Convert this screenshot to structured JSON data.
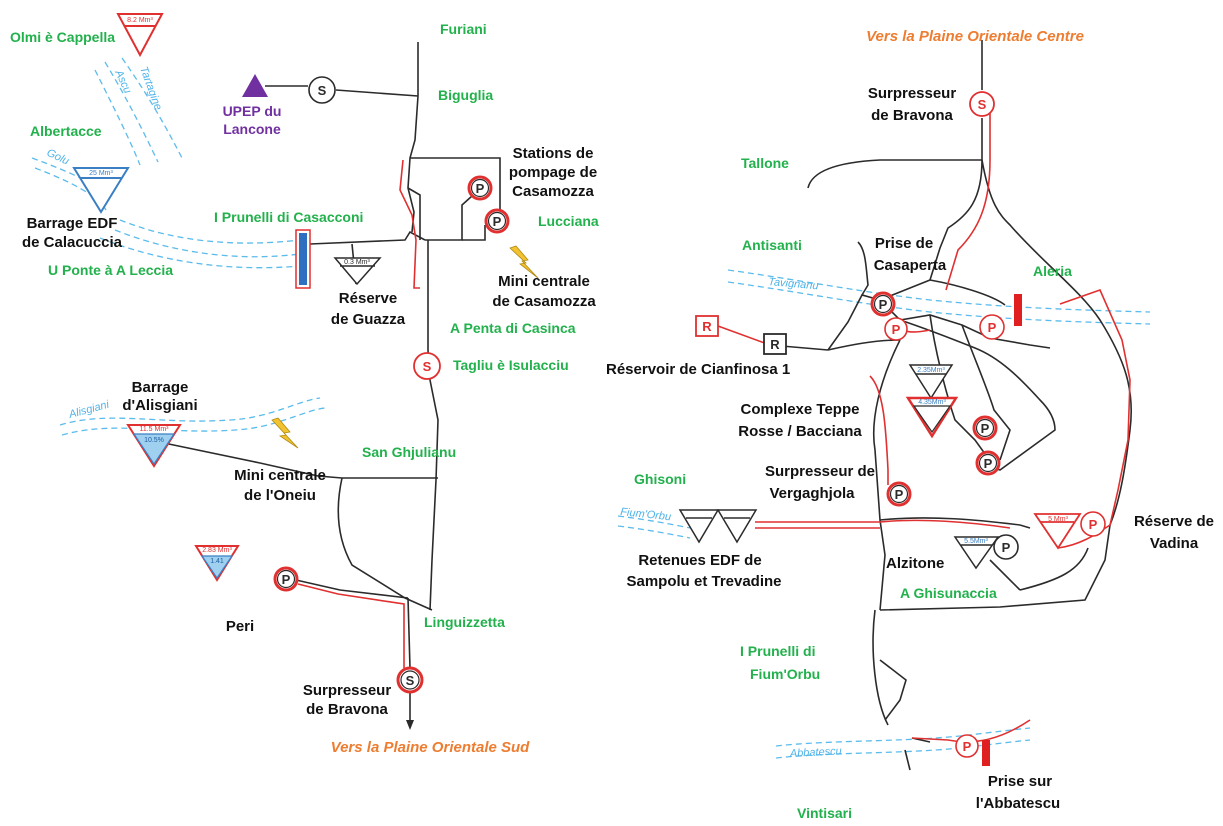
{
  "colors": {
    "network": "#2b2b2b",
    "pressurized": "#e03030",
    "river": "#5bbcec",
    "commune": "#22b14c",
    "destination": "#ed7d31",
    "treatment": "#7030a0",
    "hydro": "#f2c230"
  },
  "symbols": {
    "pump": "P",
    "booster": "S",
    "reservoir": "R"
  },
  "left": {
    "direction_south": "Vers la Plaine Orientale Sud",
    "communes": {
      "olmi": "Olmi è Cappella",
      "albertacce": "Albertacce",
      "u_ponte": "U Ponte à A Leccia",
      "furiani": "Furiani",
      "biguglia": "Biguglia",
      "prunelli_casacconi": "I Prunelli di Casacconi",
      "lucciana": "Lucciana",
      "a_penta": "A Penta di Casinca",
      "tagliu": "Tagliu è Isulacciu",
      "san_ghjulianu": "San Ghjulianu",
      "linguizzetta": "Linguizzetta"
    },
    "rivers": {
      "tartagine": "Tartagine",
      "ascu": "Ascu",
      "golu": "Golu",
      "alisgiani": "Alisgiani"
    },
    "upep": [
      "UPEP du",
      "Lancone"
    ],
    "calacuccia": [
      "Barrage EDF",
      "de Calacuccia"
    ],
    "stations": [
      "Stations de",
      "pompage de",
      "Casamozza"
    ],
    "mini_casamozza": [
      "Mini centrale",
      "de Casamozza"
    ],
    "guazza": [
      "Réserve",
      "de Guazza"
    ],
    "alisgiani_dam": [
      "Barrage",
      "d'Alisgiani"
    ],
    "mini_oneiu": [
      "Mini centrale",
      "de l'Oneiu"
    ],
    "peri": "Peri",
    "bravona_s": [
      "Surpresseur",
      "de Bravona"
    ],
    "capacities": {
      "olmi": "8.2 Mm³",
      "calacuccia": "25 Mm³",
      "guazza": "0.3 Mm³",
      "alisgiani": "11.5 Mm³",
      "alisgiani_fill": "10.5%",
      "peri": "2.83 Mm³",
      "peri_fill": "1.41"
    }
  },
  "right": {
    "direction_centre": "Vers la Plaine Orientale Centre",
    "communes": {
      "tallone": "Tallone",
      "antisanti": "Antisanti",
      "aleria": "Aleria",
      "ghisoni": "Ghisoni",
      "ghisunaccia": "A Ghisunaccia",
      "prunelli_fiumorbu": [
        "I Prunelli di",
        "Fium'Orbu"
      ],
      "vintisari": "Vintisari"
    },
    "rivers": {
      "tavignanu": "Tavignanu",
      "fiumorbu": "Fium'Orbu",
      "abbatescu": "Abbatescu"
    },
    "bravona_s": [
      "Surpresseur",
      "de Bravona"
    ],
    "casaperta": [
      "Prise de",
      "Casaperta"
    ],
    "cianfinosa": "Réservoir de Cianfinosa 1",
    "teppe_rosse": [
      "Complexe Teppe",
      "Rosse / Bacciana"
    ],
    "vergaghjola": [
      "Surpresseur de",
      "Vergaghjola"
    ],
    "retenues": [
      "Retenues EDF de",
      "Sampolu et Trevadine"
    ],
    "alzitone": "Alzitone",
    "vadina": [
      "Réserve de",
      "Vadina"
    ],
    "prise_abbatescu": [
      "Prise sur",
      "l'Abbatescu"
    ],
    "capacities": {
      "teppe_upper": "2.35Mm³",
      "teppe_lower": "4.35Mm³",
      "alzitone": "5.5Mm³",
      "vadina": "5 Mm³"
    }
  }
}
